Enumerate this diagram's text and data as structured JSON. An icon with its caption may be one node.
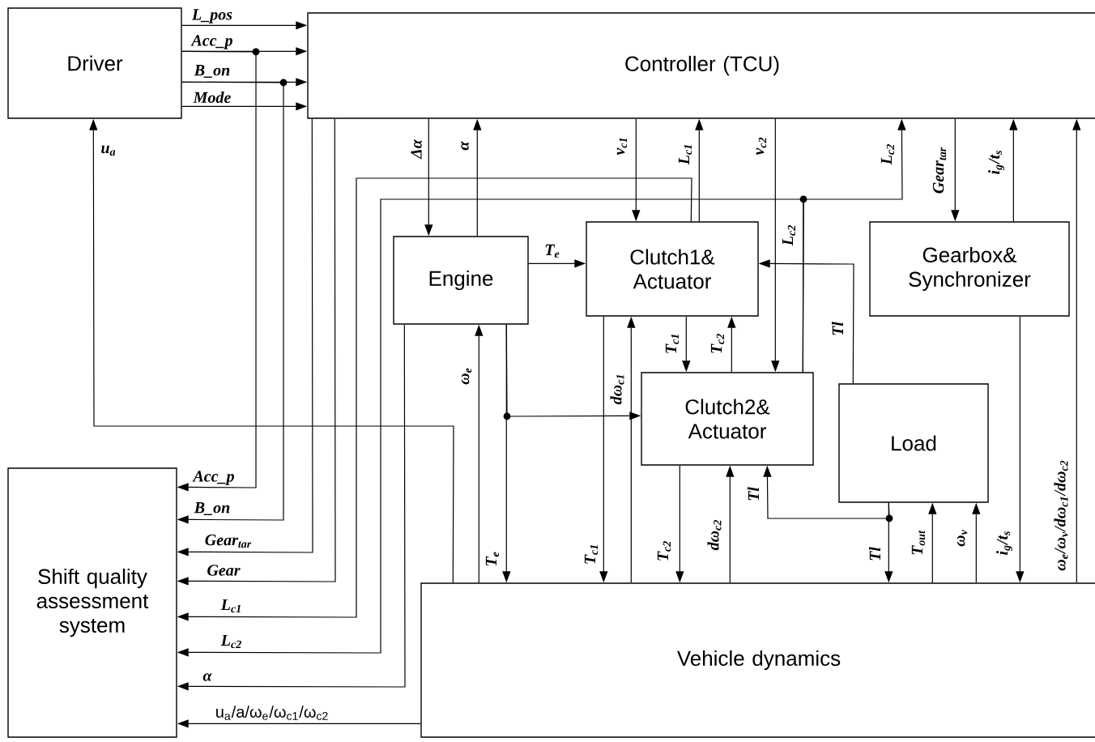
{
  "diagram": {
    "nodes": [
      {
        "text": [
          "Driver"
        ]
      },
      {
        "text": [
          "Controller (TCU)"
        ]
      },
      {
        "text": [
          "Engine"
        ]
      },
      {
        "text": [
          "Clutch1& Actuator"
        ]
      },
      {
        "text": [
          "Clutch2& Actuator"
        ]
      },
      {
        "text": [
          "Gearbox& Synchronizer"
        ]
      },
      {
        "text": [
          "Load"
        ]
      },
      {
        "text": [
          "Shift quality assessment system"
        ]
      },
      {
        "text": [
          "Vehicle dynamics"
        ]
      }
    ],
    "edges": [
      {
        "from": 0,
        "to": 1,
        "arrow": "to",
        "label": "L_pos"
      },
      {
        "from": 0,
        "to": 1,
        "arrow": "to",
        "label": "Acc_p"
      },
      {
        "from": 0,
        "to": 1,
        "arrow": "to",
        "label": "B_on"
      },
      {
        "from": 0,
        "to": 1,
        "arrow": "to",
        "label": "Mode"
      },
      {
        "from": 0,
        "to": 7,
        "arrow": "to",
        "label": "Acc_p"
      },
      {
        "from": 0,
        "to": 7,
        "arrow": "to",
        "label": "B_on"
      },
      {
        "from": 8,
        "to": 0,
        "arrow": "to",
        "label": "u$_{a}$"
      },
      {
        "from": 1,
        "to": 7,
        "arrow": "to",
        "label": "Gear$_{tar}$"
      },
      {
        "from": 1,
        "to": 7,
        "arrow": "to",
        "label": "Gear"
      },
      {
        "from": 3,
        "to": 7,
        "arrow": "to",
        "label": "L$_{c1}$"
      },
      {
        "from": 4,
        "to": 7,
        "arrow": "to",
        "label": "L$_{c2}$"
      },
      {
        "from": 2,
        "to": 7,
        "arrow": "to",
        "label": "α"
      },
      {
        "from": 8,
        "to": 7,
        "arrow": "to",
        "label": "u$_{a}$/a/ω$_{e}$/ω$_{c1}$/ω$_{c2}$"
      },
      {
        "from": 1,
        "to": 2,
        "arrow": "to",
        "label": "Δα"
      },
      {
        "from": 2,
        "to": 1,
        "arrow": "to",
        "label": "α"
      },
      {
        "from": 1,
        "to": 3,
        "arrow": "to",
        "label": "v$_{c1}$"
      },
      {
        "from": 3,
        "to": 1,
        "arrow": "to",
        "label": "L$_{c1}$"
      },
      {
        "from": 1,
        "to": 4,
        "arrow": "to",
        "label": "v$_{c2}$"
      },
      {
        "from": 4,
        "to": 1,
        "arrow": "to",
        "label": "L$_{c2}$"
      },
      {
        "from": 1,
        "to": 5,
        "arrow": "to",
        "label": "Gear$_{tar}$"
      },
      {
        "from": 5,
        "to": 1,
        "arrow": "to",
        "label": "i$_{g}$/t$_{s}$"
      },
      {
        "from": 8,
        "to": 1,
        "arrow": "to",
        "label": "ω$_{e}$/ω$_{v}$/dω$_{c1}$/dω$_{c2}$"
      },
      {
        "from": 2,
        "to": 3,
        "arrow": "to",
        "label": "T$_{e}$"
      },
      {
        "from": 2,
        "to": 4,
        "arrow": "to"
      },
      {
        "from": 2,
        "to": 8,
        "arrow": "to",
        "label": "T$_{e}$"
      },
      {
        "from": 8,
        "to": 2,
        "arrow": "to",
        "label": "ω$_{e}$"
      },
      {
        "from": 3,
        "to": 4,
        "arrow": "to",
        "label": "T$_{c1}$"
      },
      {
        "from": 4,
        "to": 3,
        "arrow": "to",
        "label": "T$_{c2}$"
      },
      {
        "from": 3,
        "to": 8,
        "arrow": "to",
        "label": "T$_{c1}$"
      },
      {
        "from": 8,
        "to": 3,
        "arrow": "to",
        "label": "dω$_{c1}$"
      },
      {
        "from": 4,
        "to": 8,
        "arrow": "to",
        "label": "T$_{c2}$"
      },
      {
        "from": 8,
        "to": 4,
        "arrow": "to",
        "label": "dω$_{c2}$"
      },
      {
        "from": 6,
        "to": 3,
        "arrow": "to",
        "label": "Tl"
      },
      {
        "from": 6,
        "to": 4,
        "arrow": "to",
        "label": "Tl"
      },
      {
        "from": 6,
        "to": 8,
        "arrow": "to",
        "label": "Tl"
      },
      {
        "from": 8,
        "to": 6,
        "arrow": "to",
        "label": "T$_{out}$"
      },
      {
        "from": 8,
        "to": 6,
        "arrow": "to",
        "label": "ω$_{v}$"
      },
      {
        "from": 5,
        "to": 8,
        "arrow": "to",
        "label": "i$_{g}$/t$_{s}$"
      }
    ],
    "labels": [
      "L$_{c2}$"
    ]
  }
}
